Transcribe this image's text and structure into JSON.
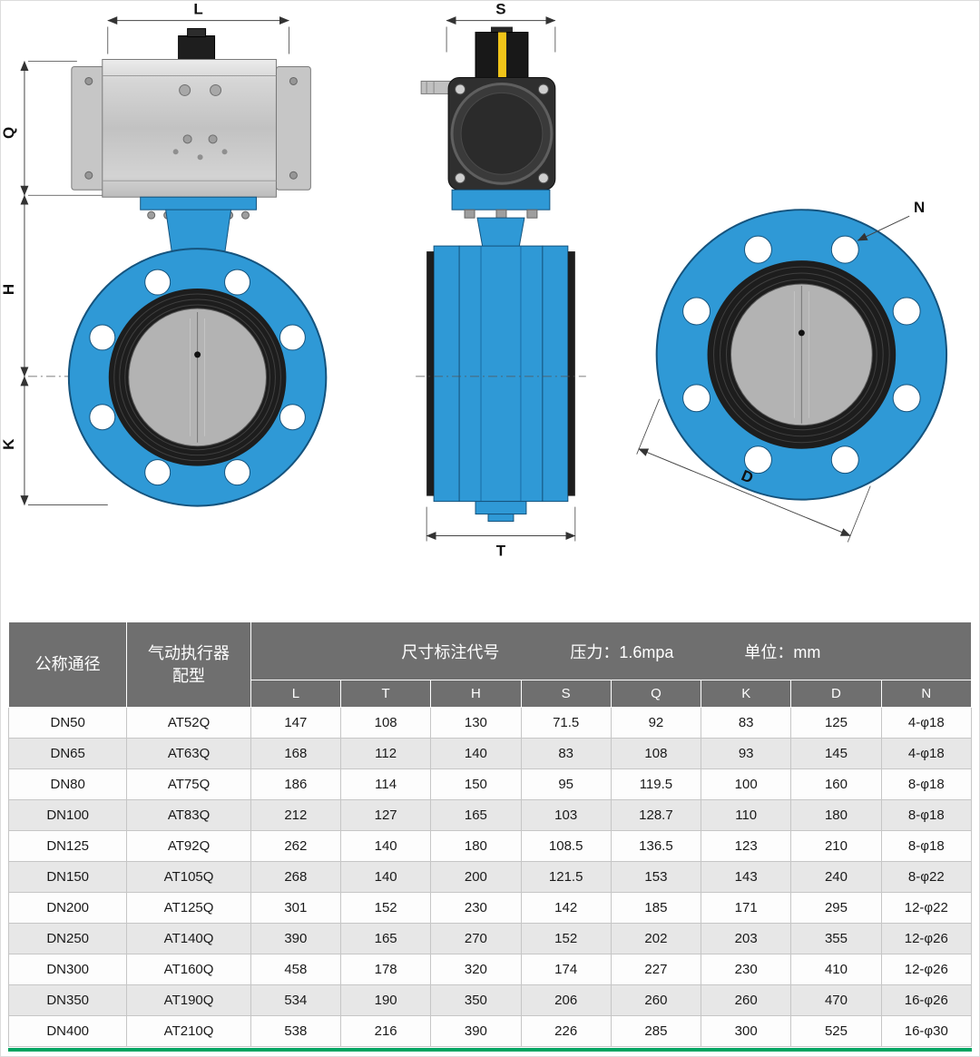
{
  "drawing": {
    "dim_labels": {
      "L": "L",
      "S": "S",
      "Q": "Q",
      "H": "H",
      "K": "K",
      "T": "T",
      "N": "N",
      "D": "D"
    },
    "colors": {
      "valve_blue": "#2f99d6",
      "valve_blue_stroke": "#15537d",
      "actuator_gray": "#c9c9c9",
      "seat_dark": "#1d1d1d",
      "disc_gray": "#b3b3b3",
      "solenoid_yellow": "#f0c419"
    }
  },
  "table": {
    "header": {
      "nominal_diameter": "公称通径",
      "actuator_line1": "气动执行器",
      "actuator_line2": "配型",
      "dim_code_title": "尺寸标注代号",
      "pressure": "压力：1.6mpa",
      "unit": "单位：mm",
      "dim_columns": [
        "L",
        "T",
        "H",
        "S",
        "Q",
        "K",
        "D",
        "N"
      ]
    },
    "rows": [
      {
        "dn": "DN50",
        "actuator": "AT52Q",
        "values": [
          "147",
          "108",
          "130",
          "71.5",
          "92",
          "83",
          "125",
          "4-φ18"
        ]
      },
      {
        "dn": "DN65",
        "actuator": "AT63Q",
        "values": [
          "168",
          "112",
          "140",
          "83",
          "108",
          "93",
          "145",
          "4-φ18"
        ]
      },
      {
        "dn": "DN80",
        "actuator": "AT75Q",
        "values": [
          "186",
          "114",
          "150",
          "95",
          "119.5",
          "100",
          "160",
          "8-φ18"
        ]
      },
      {
        "dn": "DN100",
        "actuator": "AT83Q",
        "values": [
          "212",
          "127",
          "165",
          "103",
          "128.7",
          "110",
          "180",
          "8-φ18"
        ]
      },
      {
        "dn": "DN125",
        "actuator": "AT92Q",
        "values": [
          "262",
          "140",
          "180",
          "108.5",
          "136.5",
          "123",
          "210",
          "8-φ18"
        ]
      },
      {
        "dn": "DN150",
        "actuator": "AT105Q",
        "values": [
          "268",
          "140",
          "200",
          "121.5",
          "153",
          "143",
          "240",
          "8-φ22"
        ]
      },
      {
        "dn": "DN200",
        "actuator": "AT125Q",
        "values": [
          "301",
          "152",
          "230",
          "142",
          "185",
          "171",
          "295",
          "12-φ22"
        ]
      },
      {
        "dn": "DN250",
        "actuator": "AT140Q",
        "values": [
          "390",
          "165",
          "270",
          "152",
          "202",
          "203",
          "355",
          "12-φ26"
        ]
      },
      {
        "dn": "DN300",
        "actuator": "AT160Q",
        "values": [
          "458",
          "178",
          "320",
          "174",
          "227",
          "230",
          "410",
          "12-φ26"
        ]
      },
      {
        "dn": "DN350",
        "actuator": "AT190Q",
        "values": [
          "534",
          "190",
          "350",
          "206",
          "260",
          "260",
          "470",
          "16-φ26"
        ]
      },
      {
        "dn": "DN400",
        "actuator": "AT210Q",
        "values": [
          "538",
          "216",
          "390",
          "226",
          "285",
          "300",
          "525",
          "16-φ30"
        ]
      }
    ],
    "accent_bottom_line": "#00a562",
    "header_gray": "#6f6f6f"
  }
}
